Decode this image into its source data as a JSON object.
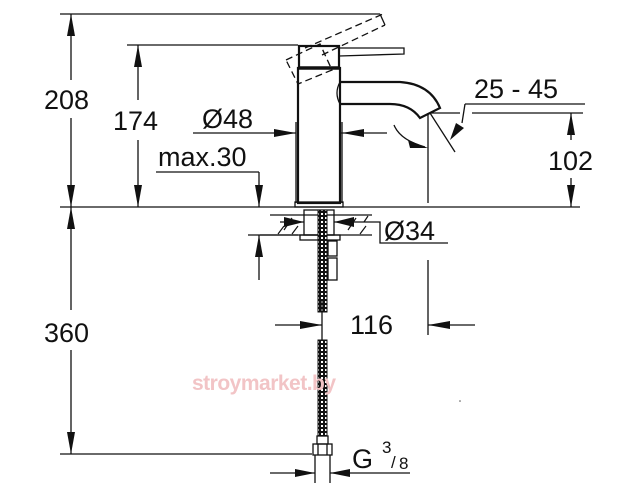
{
  "diagram": {
    "type": "technical-dimension-drawing",
    "subject": "single-lever basin faucet",
    "units": "mm",
    "dimensions": {
      "total_height": "208",
      "spout_height": "174",
      "body_diameter": "Ø48",
      "deck_thickness": "max.30",
      "spout_angle": "25 - 45",
      "outlet_height": "102",
      "hole_diameter": "Ø34",
      "spout_reach": "116",
      "hose_length": "360",
      "connection_thread_letter": "G",
      "connection_thread_num": "3",
      "connection_thread_den": "8"
    },
    "watermark": "stroymarket.by"
  }
}
